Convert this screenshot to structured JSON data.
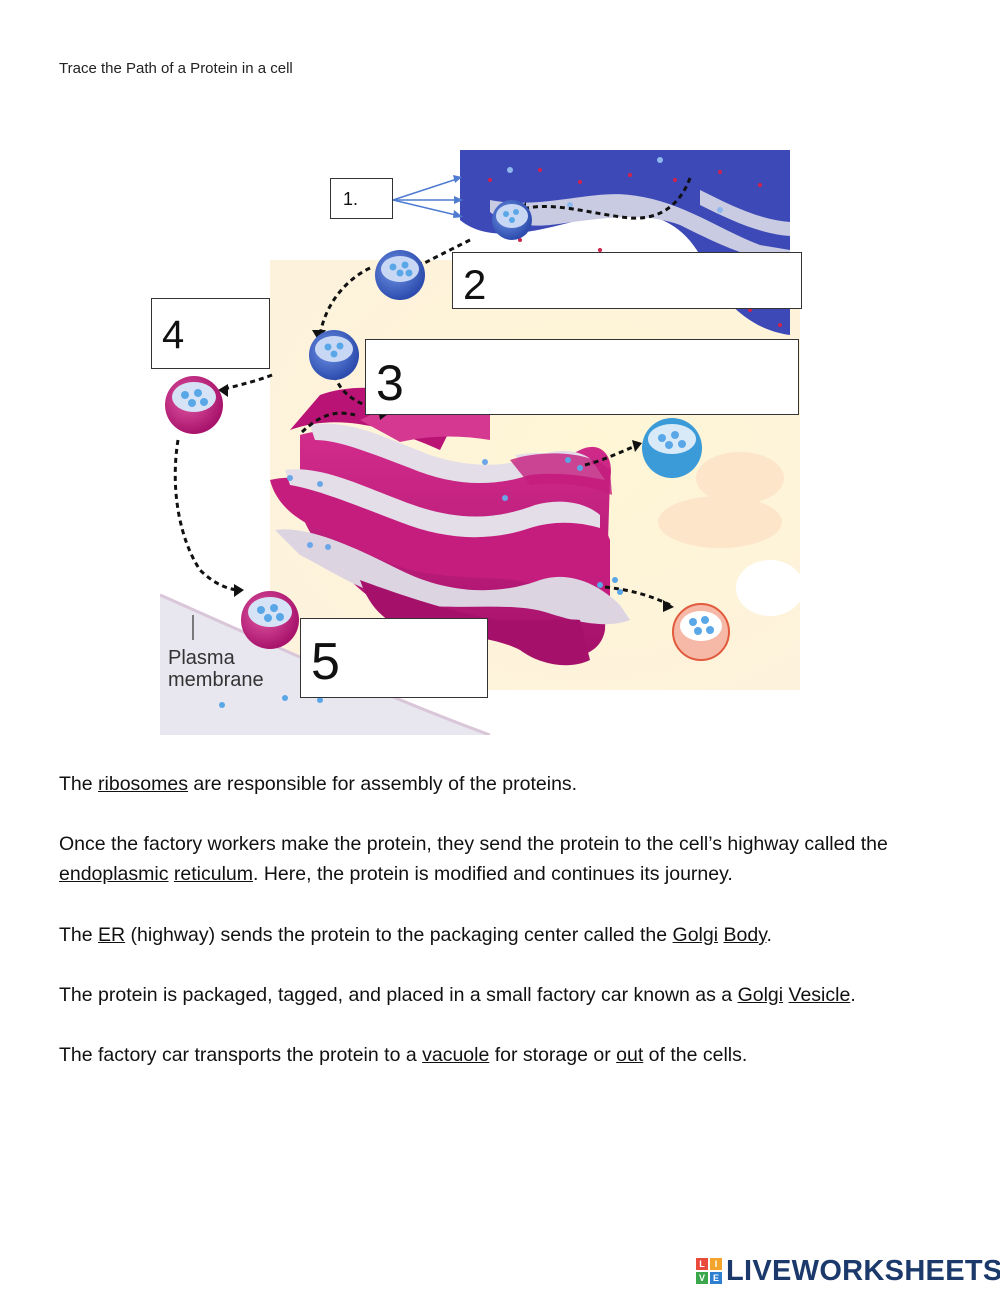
{
  "title": "Trace the Path of a Protein in a cell",
  "diagram": {
    "boxes": {
      "box1": "1.",
      "box2": "2",
      "box3": "3",
      "box4": "4",
      "box5": "5"
    },
    "membrane_label_line1": "Plasma",
    "membrane_label_line2": "membrane"
  },
  "paragraphs": {
    "p1": {
      "a": "The ",
      "b": "ribosomes",
      "c": " are responsible for assembly of the proteins."
    },
    "p2": {
      "a": "Once the factory workers make the protein, they send the protein to the cell’s highway called the ",
      "b": "endoplasmic",
      "c": " ",
      "d": "reticulum",
      "e": ".  Here, the protein is modified and continues its journey."
    },
    "p3": {
      "a": "The ",
      "b": "ER",
      "c": " (highway) sends the protein to the packaging center called the ",
      "d": "Golgi",
      "e": " ",
      "f": "Body",
      "g": "."
    },
    "p4": {
      "a": "The protein is packaged, tagged, and placed in a small factory car known as a ",
      "b": "Golgi",
      "c": " ",
      "d": "Vesicle",
      "e": "."
    },
    "p5": {
      "a": "The factory car transports the protein to a ",
      "b": "vacuole",
      "c": " for storage or ",
      "d": "out",
      "e": " of the cells."
    }
  },
  "logo": {
    "text": "LIVEWORKSHEETS",
    "letters": [
      "L",
      "I",
      "V",
      "E"
    ]
  },
  "colors": {
    "er": "#3b4cb8",
    "golgi": "#c2187a",
    "vesicle": "#4a6fd0",
    "cytoplasm": "#fdf1c9"
  }
}
